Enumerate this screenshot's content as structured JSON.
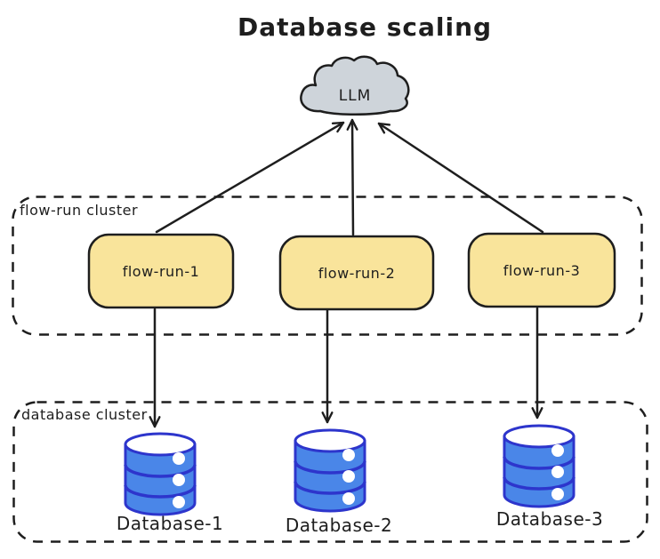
{
  "title": "Database scaling",
  "cloud": {
    "label": "LLM",
    "fill": "#ced4da"
  },
  "flow_run_cluster": {
    "label": "flow-run cluster",
    "node_fill": "#f9e49b",
    "nodes": [
      {
        "label": "flow-run-1"
      },
      {
        "label": "flow-run-2"
      },
      {
        "label": "flow-run-3"
      }
    ]
  },
  "database_cluster": {
    "label": "database cluster",
    "db_fill": "#4a86e8",
    "db_stroke": "#2d35cc",
    "nodes": [
      {
        "label": "Database-1"
      },
      {
        "label": "Database-2"
      },
      {
        "label": "Database-3"
      }
    ]
  },
  "colors": {
    "ink": "#1e1e1e"
  },
  "edges": [
    {
      "from": "flow-run-1",
      "to": "LLM"
    },
    {
      "from": "flow-run-2",
      "to": "LLM"
    },
    {
      "from": "flow-run-3",
      "to": "LLM"
    },
    {
      "from": "flow-run-1",
      "to": "Database-1"
    },
    {
      "from": "flow-run-2",
      "to": "Database-2"
    },
    {
      "from": "flow-run-3",
      "to": "Database-3"
    }
  ]
}
